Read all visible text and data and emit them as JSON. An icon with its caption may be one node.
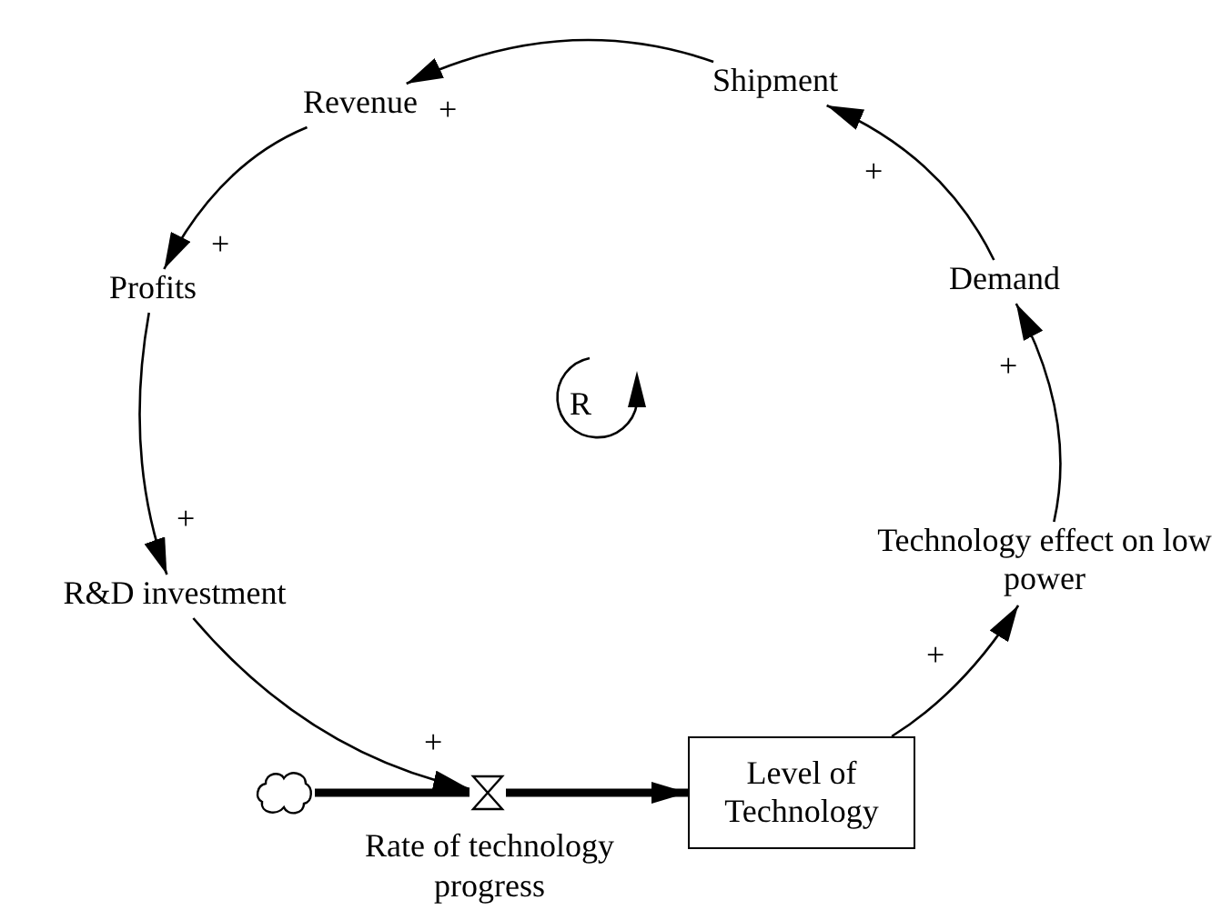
{
  "diagram": {
    "nodes": [
      {
        "text": [
          "Shipment"
        ]
      },
      {
        "text": [
          "Revenue"
        ]
      },
      {
        "text": [
          "Profits"
        ]
      },
      {
        "text": [
          "R&D investment"
        ]
      },
      {
        "text": [],
        "shape": "valve",
        "beside": [
          "Rate of technology progress"
        ]
      },
      {
        "text": [
          "Level of Technology"
        ]
      },
      {
        "text": [
          "Technology effect on low power"
        ]
      },
      {
        "text": [
          "Demand"
        ]
      },
      {
        "text": [],
        "shape": "cloud"
      }
    ],
    "edges": [
      {
        "from": 0,
        "to": 1,
        "arrow": "to",
        "label": "+"
      },
      {
        "from": 1,
        "to": 2,
        "arrow": "to",
        "label": "+"
      },
      {
        "from": 2,
        "to": 3,
        "arrow": "to",
        "label": "+"
      },
      {
        "from": 3,
        "to": 4,
        "arrow": "to",
        "label": "+"
      },
      {
        "from": 8,
        "to": 4,
        "arrow": "none",
        "style": "thick"
      },
      {
        "from": 4,
        "to": 5,
        "arrow": "to",
        "style": "thick"
      },
      {
        "from": 5,
        "to": 6,
        "arrow": "to",
        "label": "+"
      },
      {
        "from": 6,
        "to": 7,
        "arrow": "to",
        "label": "+"
      },
      {
        "from": 7,
        "to": 0,
        "arrow": "to",
        "label": "+"
      }
    ],
    "labels": [
      "R"
    ]
  }
}
